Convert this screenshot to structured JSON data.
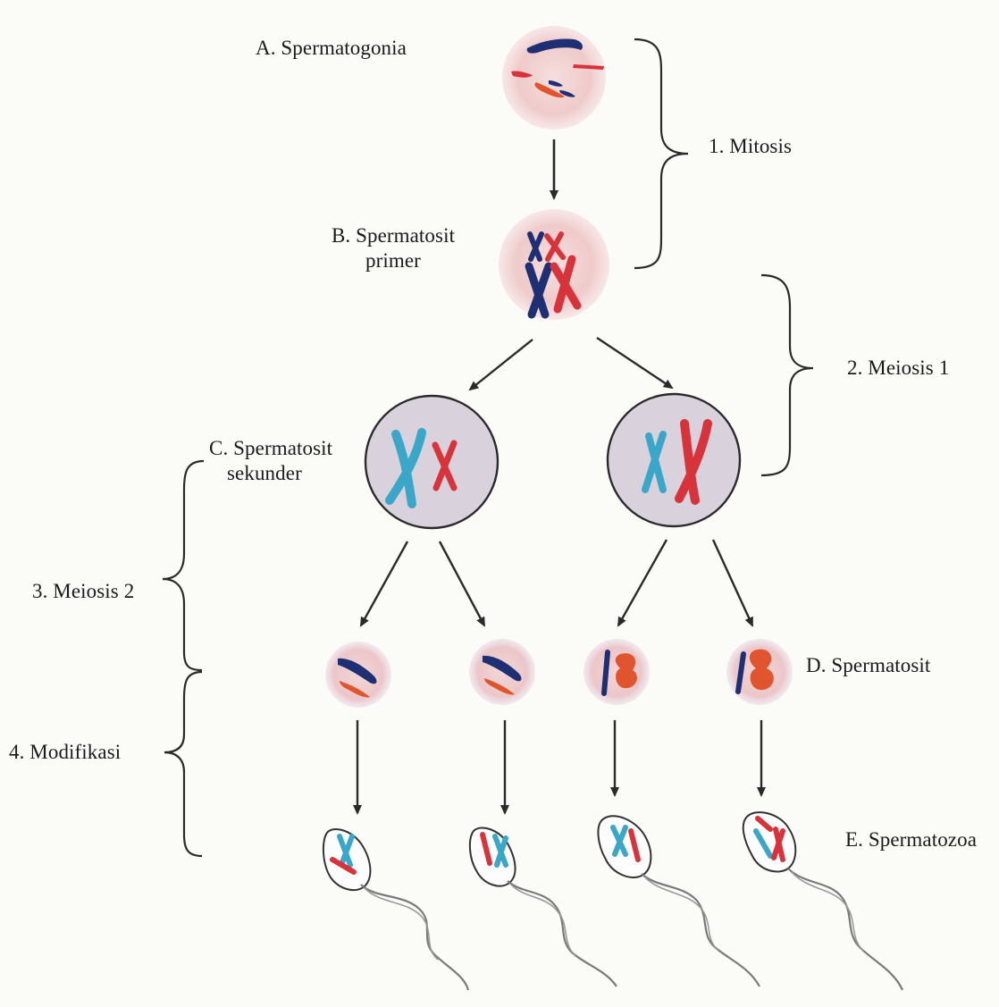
{
  "stages": {
    "a": "A. Spermatogonia",
    "b_line1": "B. Spermatosit",
    "b_line2": "primer",
    "c_line1": "C. Spermatosit",
    "c_line2": "sekunder",
    "d": "D. Spermatosit",
    "e": "E. Spermatozoa"
  },
  "processes": {
    "p1": "1. Mitosis",
    "p2": "2. Meiosis 1",
    "p3": "3. Meiosis 2",
    "p4": "4. Modifikasi"
  },
  "colors": {
    "blue_chromosome": "#1e2f73",
    "red_chromosome": "#d8323a",
    "orange_chromosome": "#e0552e",
    "cyan_chromosome": "#3aa6c8",
    "cell_fill_pink": "#f0cccc",
    "secondary_cell_fill": "#d9d2dd",
    "line": "#2a2a2a"
  }
}
